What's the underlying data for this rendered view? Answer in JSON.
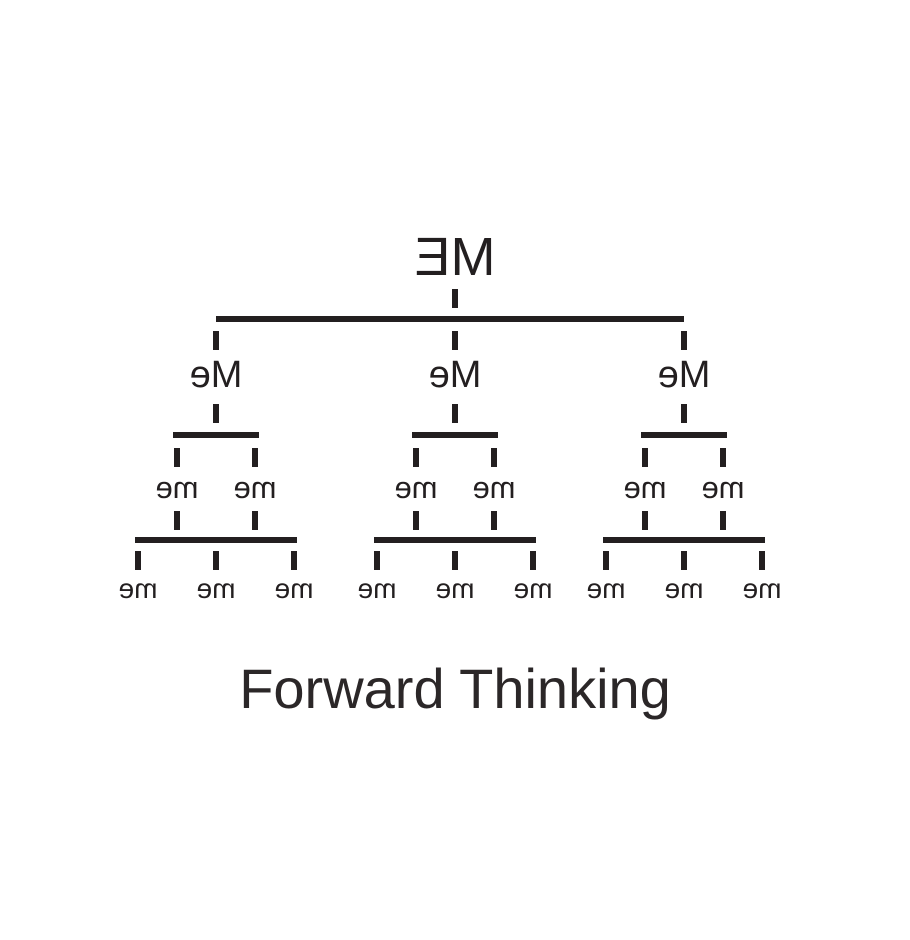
{
  "title": {
    "text": "Forward Thinking"
  },
  "tree": {
    "root_label": "ME",
    "branch_label": "Me",
    "twig_label": "me",
    "leaf_label": "me",
    "branch_count": 3,
    "twigs_per_branch": 2,
    "leaves_per_branch": 3,
    "text_mirrored": true,
    "ink_color": "#231f20"
  }
}
